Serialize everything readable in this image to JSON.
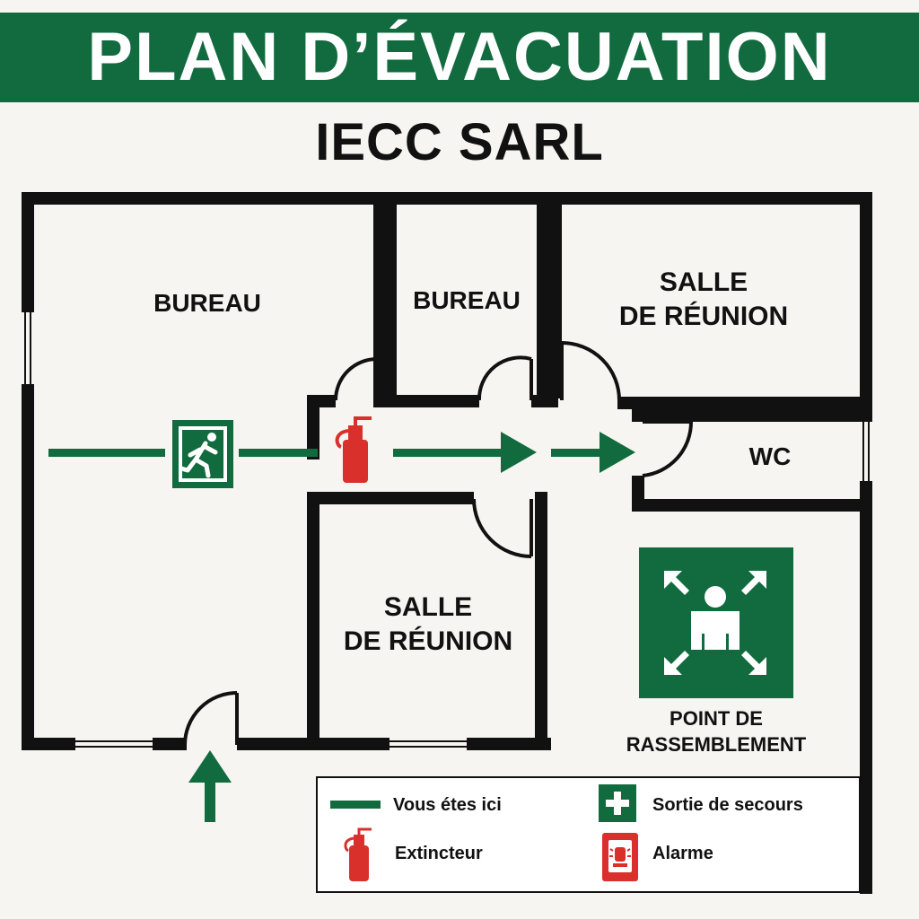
{
  "header": {
    "title": "PLAN D’ÉVACUATION",
    "company": "IECC SARL"
  },
  "rooms": {
    "bureau_large": "BUREAU",
    "bureau_small": "BUREAU",
    "salle_top_line1": "SALLE",
    "salle_top_line2": "DE RÉUNION",
    "wc": "WC",
    "salle_bottom_line1": "SALLE",
    "salle_bottom_line2": "DE RÉUNION"
  },
  "assembly": {
    "line1": "POINT DE",
    "line2": "RASSEMBLEMENT",
    "icon": "assembly-point-icon"
  },
  "legend": {
    "you_are_here": "Vous étes ici",
    "emergency_exit": "Sortie de secours",
    "extinguisher": "Extincteur",
    "alarm": "Alarme"
  },
  "icons": {
    "emergency_exit": "running-man-exit-icon",
    "extinguisher": "fire-extinguisher-icon",
    "alarm": "alarm-icon",
    "exit_cross": "green-cross-icon"
  },
  "colors": {
    "green": "#116b3e",
    "red": "#d9302c",
    "wall": "#111111",
    "background": "#f6f5f1"
  }
}
